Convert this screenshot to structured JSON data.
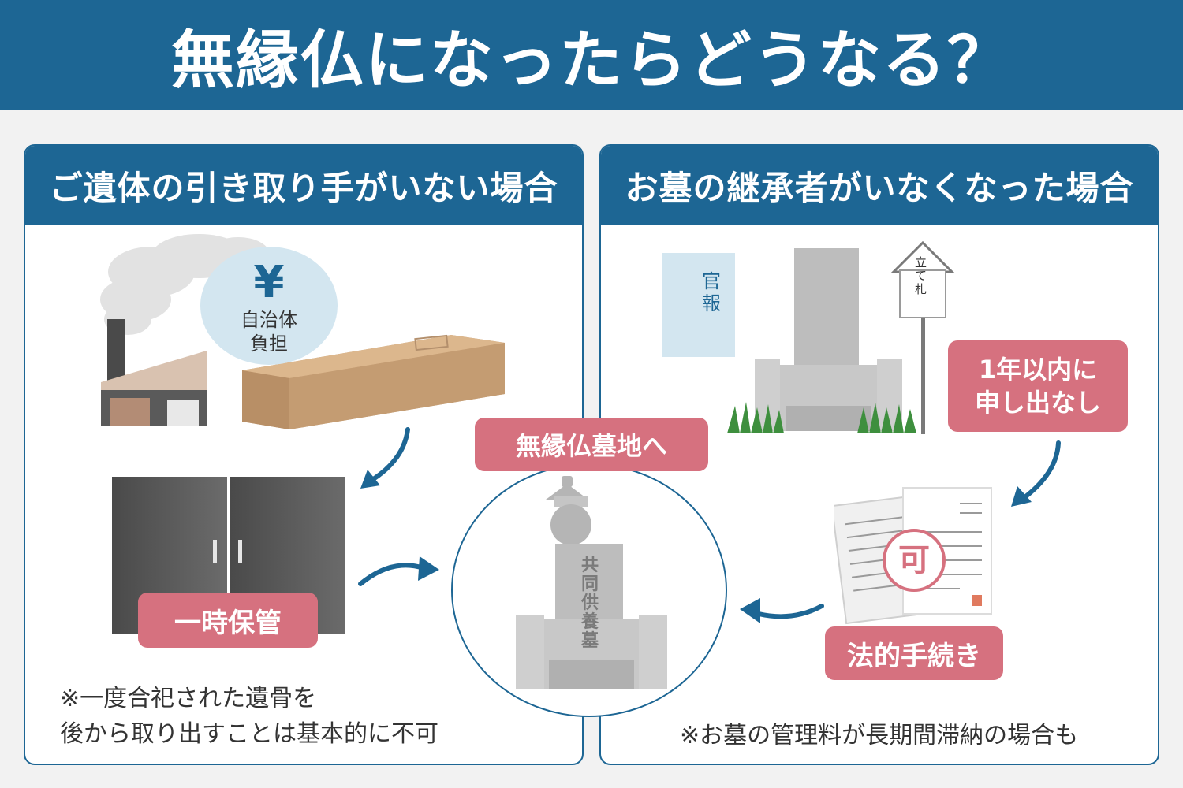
{
  "title": "無縁仏になったらどうなる？",
  "left_panel": {
    "heading": "ご遺体の引き取り手がいない場合",
    "yen_badge": {
      "symbol": "¥",
      "line1": "自治体",
      "line2": "負担"
    },
    "storage_label": "一時保管",
    "note_line1": "※一度合祀された遺骨を",
    "note_line2": "後から取り出すことは基本的に不可"
  },
  "right_panel": {
    "heading": "お墓の継承者がいなくなった場合",
    "gazette": "官報",
    "signboard": "立て札",
    "deadline_line1": "1年以内に",
    "deadline_line2": "申し出なし",
    "approval_stamp": "可",
    "procedure_label": "法的手続き",
    "note": "※お墓の管理料が長期間滞納の場合も"
  },
  "center": {
    "destination_label": "無縁仏墓地へ",
    "monument_text": "共同供養墓"
  },
  "colors": {
    "header_blue": "#1d6694",
    "label_pink": "#d6717f",
    "arrow_blue": "#1d6694",
    "badge_blue": "#d3e6f0"
  },
  "icons": {
    "smoke": "smoke-cloud-icon",
    "crematorium": "crematorium-icon",
    "coffin": "coffin-icon",
    "cabinet": "storage-cabinet-icon",
    "gravestone": "gravestone-icon",
    "grass": "grass-icon",
    "documents": "legal-documents-icon",
    "memorial": "memorial-tower-icon"
  }
}
